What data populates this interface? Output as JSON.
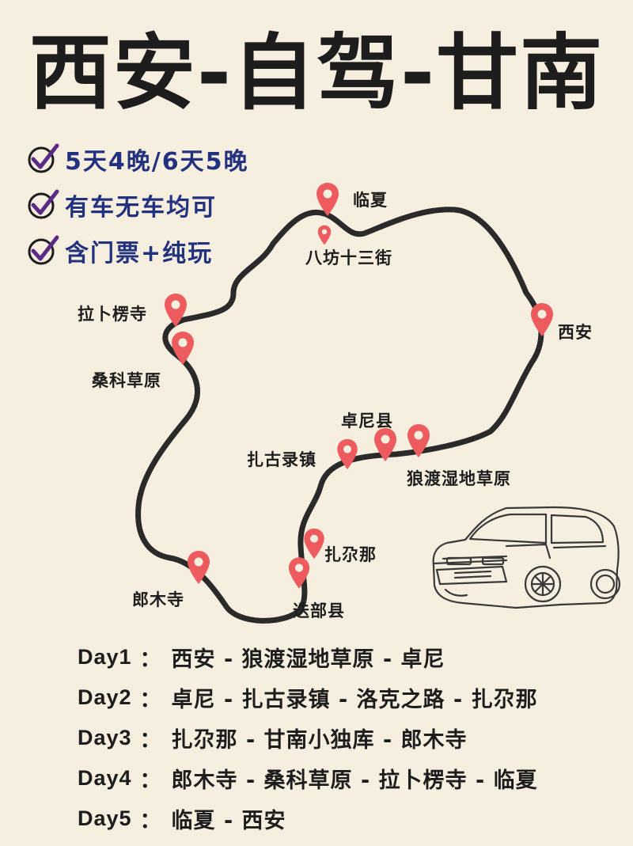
{
  "title": "西安-自驾-甘南",
  "features": [
    "5天4晚/6天5晚",
    "有车无车均可",
    "含门票+纯玩"
  ],
  "places": {
    "linxia": "临夏",
    "bafang": "八坊十三街",
    "xian": "西安",
    "labrang": "拉卜楞寺",
    "sangke": "桑科草原",
    "zhuoni": "卓尼县",
    "zhagu": "扎古录镇",
    "langdu": "狼渡湿地草原",
    "zhaga": "扎尕那",
    "tebu": "迭部县",
    "langmu": "郎木寺"
  },
  "itinerary": [
    {
      "day": "Day1",
      "sep": "：",
      "route": "西安 - 狼渡湿地草原 - 卓尼"
    },
    {
      "day": "Day2",
      "sep": "：",
      "route": "卓尼 - 扎古录镇 - 洛克之路 - 扎尕那"
    },
    {
      "day": "Day3",
      "sep": "：",
      "route": "扎尕那 - 甘南小独库 - 郎木寺"
    },
    {
      "day": "Day4",
      "sep": "：",
      "route": "郎木寺 - 桑科草原 - 拉卜楞寺 - 临夏"
    },
    {
      "day": "Day5",
      "sep": "：",
      "route": "临夏 - 西安"
    }
  ],
  "colors": {
    "route": "#2a2a2a",
    "pin": "#ee5b5e",
    "feature_text": "#23327e",
    "background": "#f6eedf"
  },
  "icons": [
    "check-icon",
    "map-pin-icon",
    "car-illustration"
  ]
}
